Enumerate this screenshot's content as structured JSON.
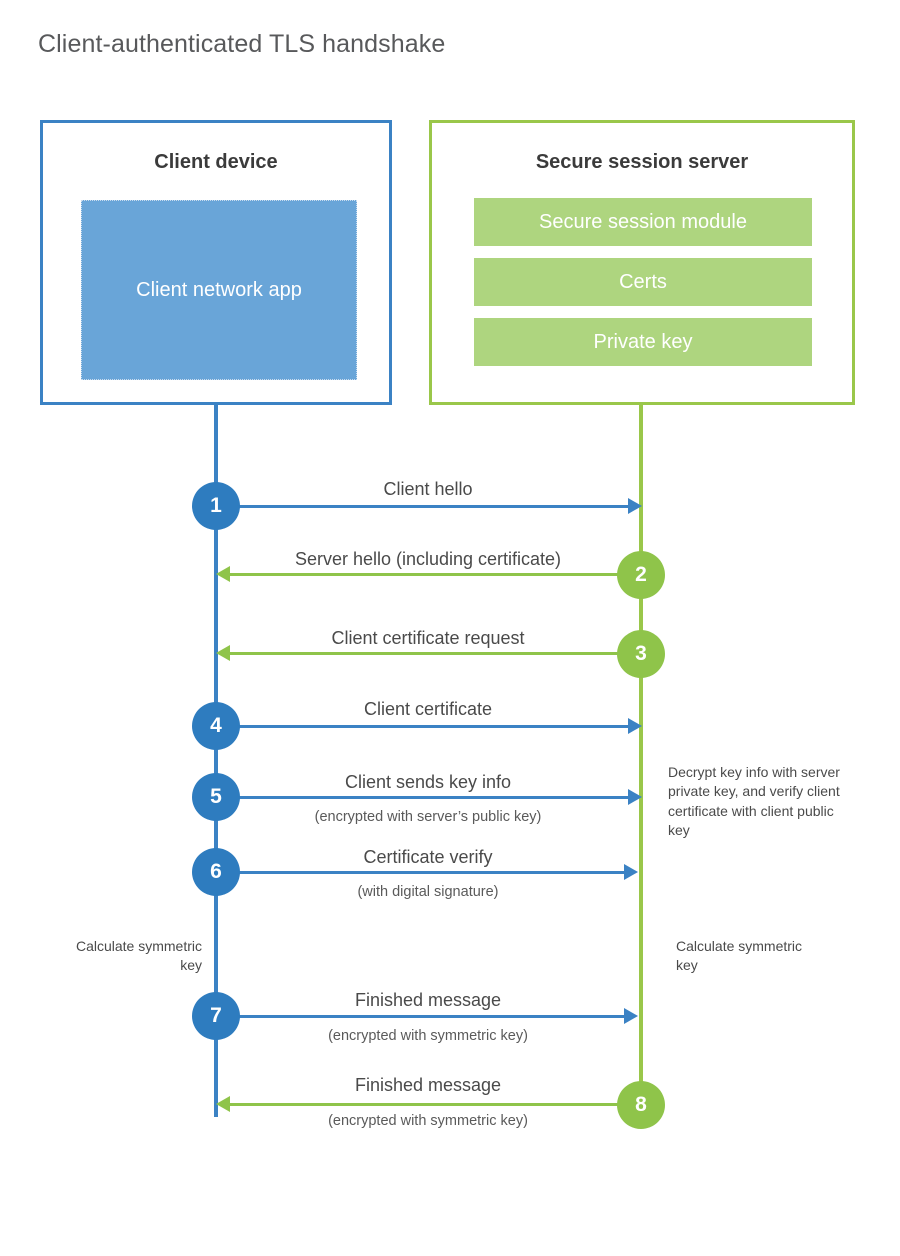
{
  "title": "Client-authenticated TLS handshake",
  "colors": {
    "client_blue": "#3b82c4",
    "client_circle_blue": "#2e7cbf",
    "client_app_fill": "#69a5d8",
    "server_green": "#9ac74a",
    "server_circle_green": "#8fc44a",
    "server_bar_fill": "#aed57f",
    "text_gray": "#4a4a4a",
    "title_gray": "#58595b",
    "background": "#ffffff"
  },
  "client": {
    "title": "Client device",
    "app_label": "Client network app"
  },
  "server": {
    "title": "Secure session server",
    "modules": [
      "Secure session module",
      "Certs",
      "Private key"
    ]
  },
  "steps": [
    {
      "number": "1",
      "direction": "client-to-server",
      "label": "Client hello",
      "sublabel": ""
    },
    {
      "number": "2",
      "direction": "server-to-client",
      "label": "Server hello (including certificate)",
      "sublabel": ""
    },
    {
      "number": "3",
      "direction": "server-to-client",
      "label": "Client certificate request",
      "sublabel": ""
    },
    {
      "number": "4",
      "direction": "client-to-server",
      "label": "Client certificate",
      "sublabel": ""
    },
    {
      "number": "5",
      "direction": "client-to-server",
      "label": "Client sends key info",
      "sublabel": "(encrypted with server’s public key)"
    },
    {
      "number": "6",
      "direction": "client-to-server",
      "label": "Certificate verify",
      "sublabel": "(with digital signature)"
    },
    {
      "number": "7",
      "direction": "client-to-server",
      "label": "Finished message",
      "sublabel": "(encrypted with symmetric key)"
    },
    {
      "number": "8",
      "direction": "server-to-client",
      "label": "Finished message",
      "sublabel": "(encrypted with symmetric key)"
    }
  ],
  "notes": {
    "server_decrypt": "Decrypt key info with server private key, and verify client certificate with client public key",
    "client_calculate": "Calculate symmetric key",
    "server_calculate": "Calculate symmetric key"
  }
}
